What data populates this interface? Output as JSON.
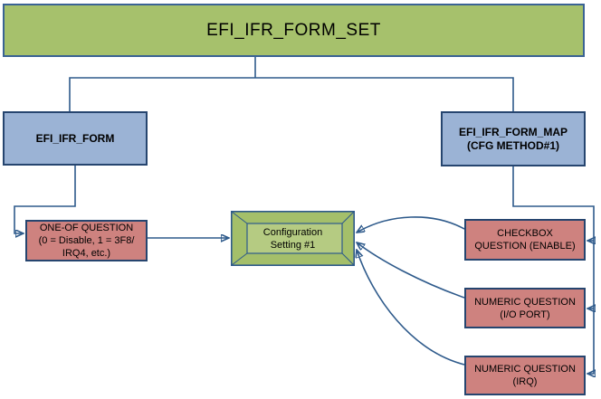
{
  "diagram": {
    "colors": {
      "green_fill": "#A6C16C",
      "green_inner_fill": "#B5CB82",
      "blue_fill": "#9BB3D5",
      "red_fill": "#CE827F",
      "border_navy": "#26456F",
      "connector_blue": "#2E5A8B",
      "text": "#000000"
    },
    "nodes": {
      "form_set": {
        "label": "EFI_IFR_FORM_SET"
      },
      "form": {
        "label": "EFI_IFR_FORM"
      },
      "form_map": {
        "lines": [
          "EFI_IFR_FORM_MAP",
          "(CFG METHOD#1)"
        ]
      },
      "one_of": {
        "lines": [
          "ONE-OF QUESTION",
          "(0 = Disable, 1 = 3F8/",
          "IRQ4, etc.)"
        ]
      },
      "config": {
        "lines": [
          "Configuration",
          "Setting #1"
        ]
      },
      "checkbox": {
        "lines": [
          "CHECKBOX",
          "QUESTION (ENABLE)"
        ]
      },
      "numeric_io": {
        "lines": [
          "NUMERIC QUESTION",
          "(I/O PORT)"
        ]
      },
      "numeric_irq": {
        "lines": [
          "NUMERIC QUESTION",
          "(IRQ)"
        ]
      }
    }
  }
}
